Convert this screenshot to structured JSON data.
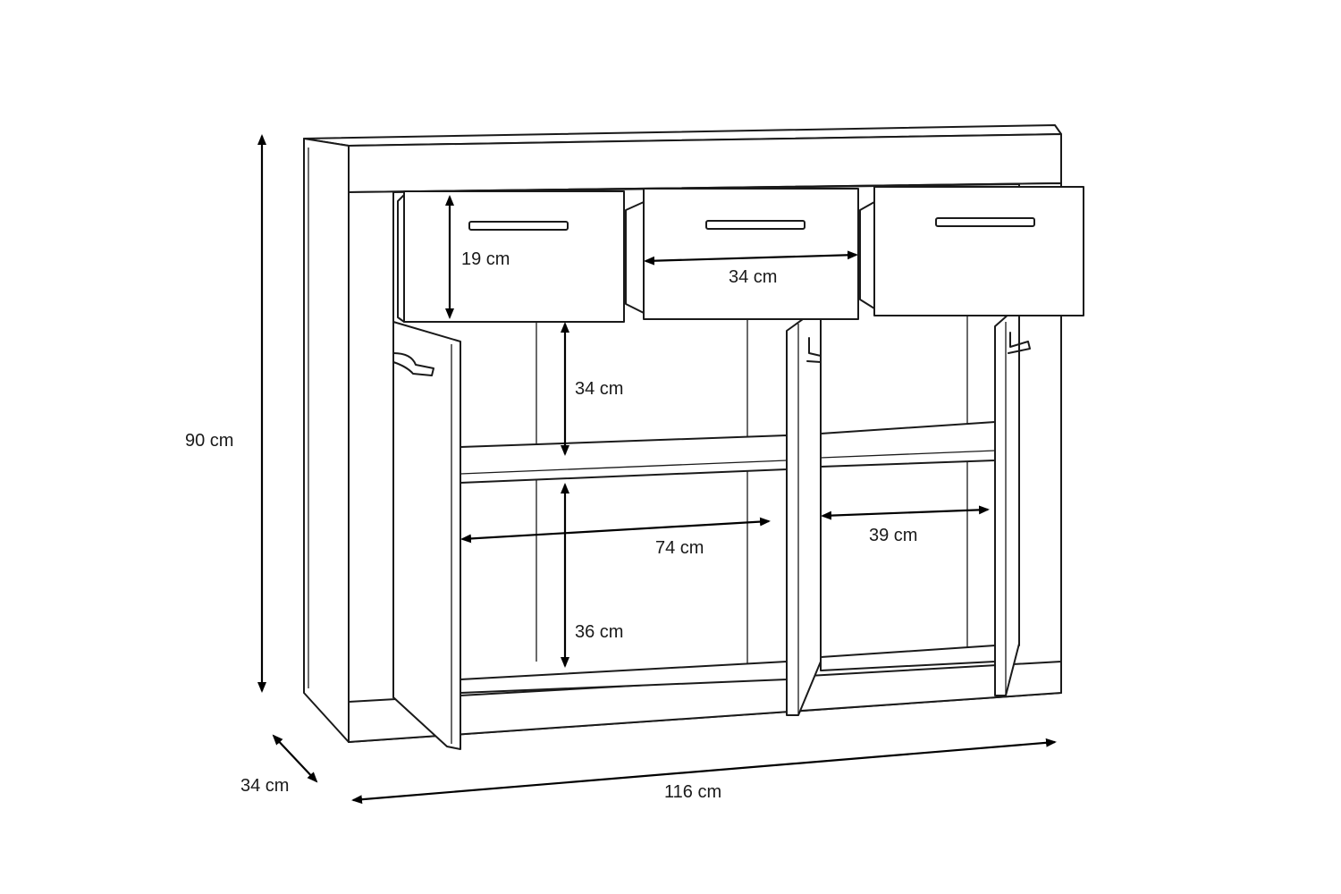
{
  "dimensions": {
    "height": "90 cm",
    "depth": "34 cm",
    "width": "116 cm",
    "drawer_height": "19 cm",
    "drawer_width": "34 cm",
    "upper_compartment_height": "34 cm",
    "left_compartment_width": "74 cm",
    "right_compartment_width": "39 cm",
    "lower_compartment_height": "36 cm"
  }
}
